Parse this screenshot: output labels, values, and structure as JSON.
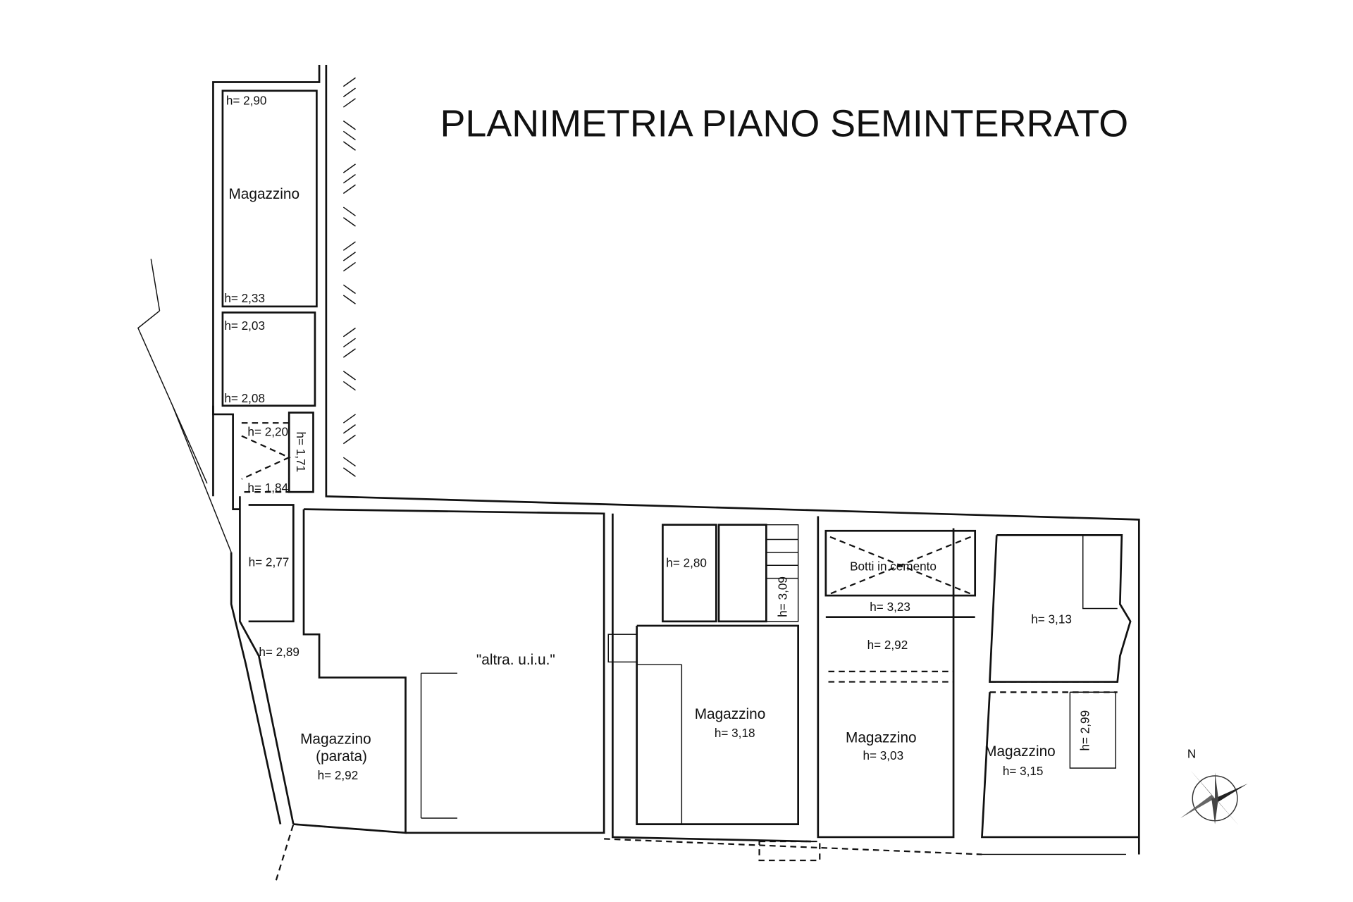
{
  "title": "PLANIMETRIA  PIANO SEMINTERRATO",
  "compass": {
    "north_label": "N"
  },
  "rooms": {
    "north_storage": {
      "name": "Magazzino",
      "h_top": "h= 2,90",
      "h_bottom": "h= 2,33"
    },
    "north_small": {
      "h_top": "h= 2,03",
      "h_bottom": "h= 2,08"
    },
    "entry": {
      "h1": "h= 2,20",
      "h2": "h= 1,71",
      "h3": "h= 1,84"
    },
    "corridor": {
      "h1": "h= 2,77",
      "h2": "h= 2,89"
    },
    "parata": {
      "name": "Magazzino",
      "sub": "(parata)",
      "h": "h= 2,92"
    },
    "other_unit": {
      "name": "\"altra. u.i.u.\""
    },
    "central": {
      "name": "Magazzino",
      "h": "h= 3,18",
      "h_small": "h= 2,80",
      "h_stair": "h= 3,09"
    },
    "botti": {
      "name": "Botti in cemento",
      "h1": "h= 3,23",
      "h2": "h= 2,92"
    },
    "east_middle": {
      "name": "Magazzino",
      "h": "h= 3,03"
    },
    "east_top": {
      "h": "h= 3,13"
    },
    "east_bottom": {
      "name": "Magazzino",
      "h": "h= 3,15",
      "h_side": "h= 2,99"
    }
  }
}
